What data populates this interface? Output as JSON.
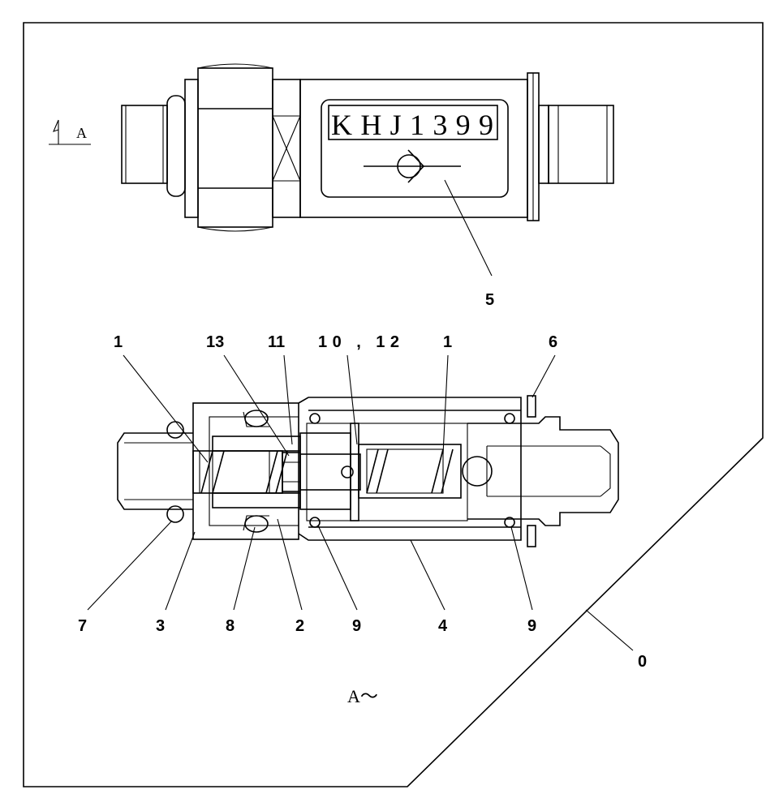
{
  "nameplate": {
    "text": "KHJ1399"
  },
  "view": {
    "arrow_label": "A",
    "section_label": "A～"
  },
  "callouts": {
    "c5": "5",
    "c1a": "1",
    "c13": "13",
    "c11": "11",
    "c10_12": "10 , 12",
    "c1b": "1",
    "c6": "6",
    "c7": "7",
    "c3": "3",
    "c8": "8",
    "c2": "2",
    "c9a": "9",
    "c4": "4",
    "c9b": "9",
    "c0": "0"
  }
}
